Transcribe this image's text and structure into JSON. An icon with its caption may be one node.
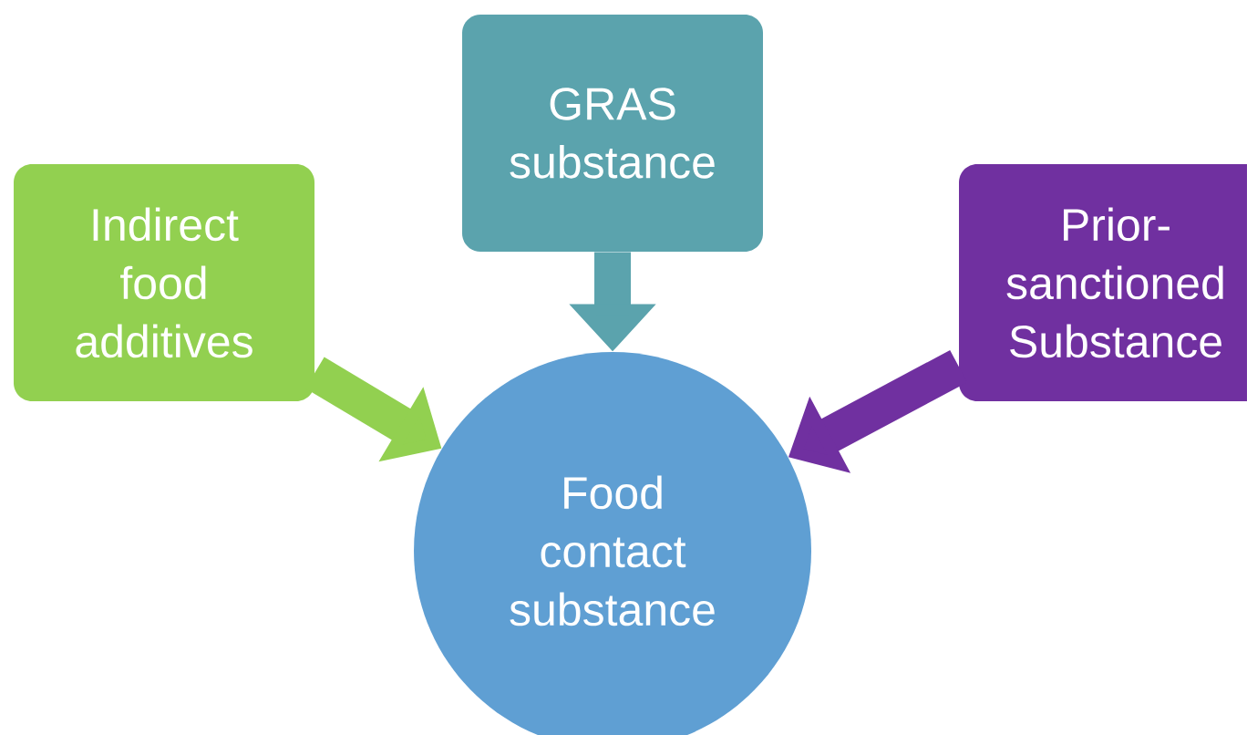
{
  "diagram": {
    "nodes": [
      {
        "text": [
          "Indirect food additives"
        ]
      },
      {
        "text": [
          "GRAS substance"
        ]
      },
      {
        "text": [
          "Prior-sanctioned Substance"
        ]
      },
      {
        "text": [
          "Food contact substance"
        ]
      }
    ],
    "edges": [
      {
        "from": 0,
        "to": 3,
        "arrow": "to",
        "color": "#92d050"
      },
      {
        "from": 1,
        "to": 3,
        "arrow": "to",
        "color": "#5ba3ad"
      },
      {
        "from": 2,
        "to": 3,
        "arrow": "to",
        "color": "#7030a0"
      }
    ]
  }
}
